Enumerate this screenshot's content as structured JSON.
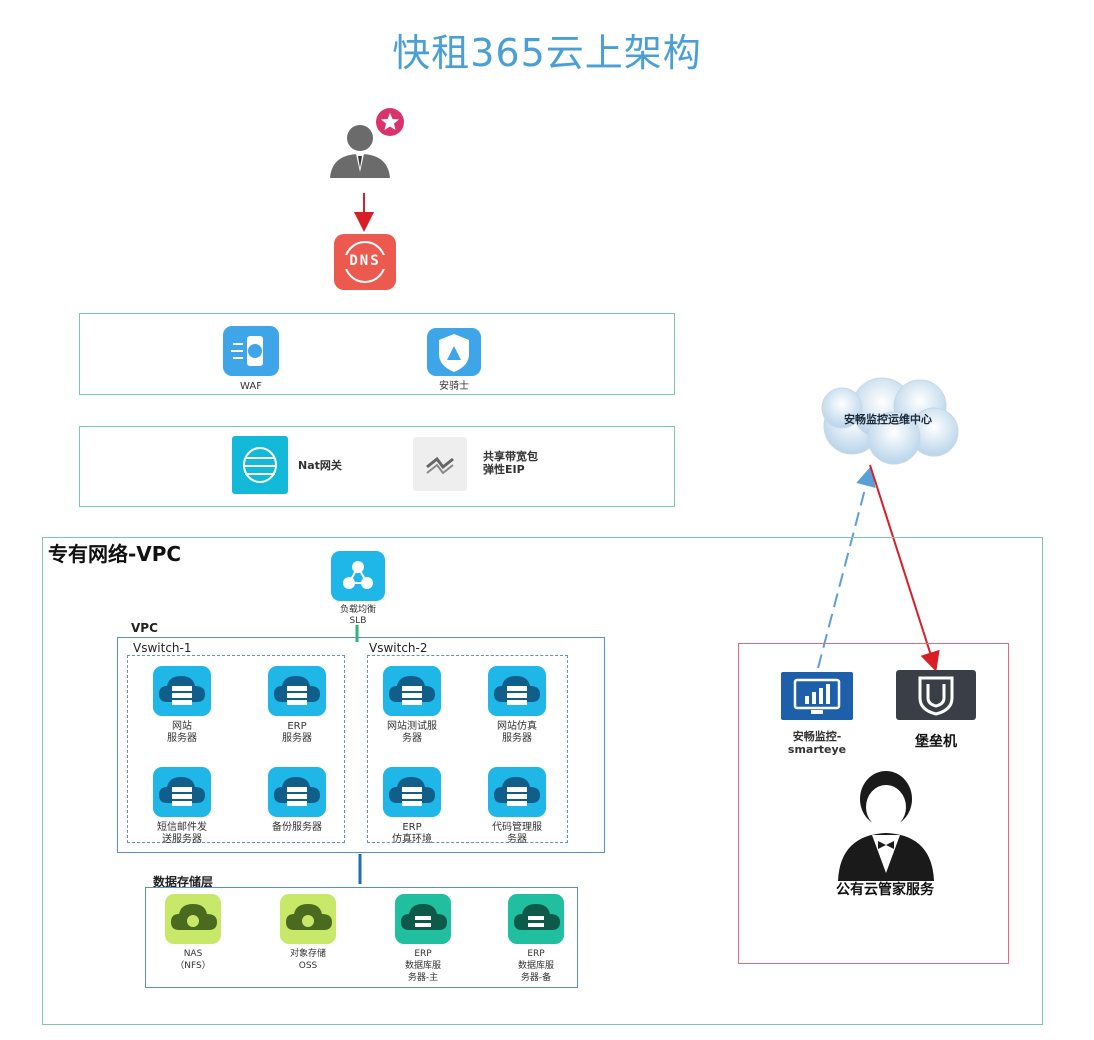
{
  "title": "快租365云上架构",
  "security": {
    "waf": "WAF",
    "anqishi": "安骑士"
  },
  "gateway": {
    "nat": "Nat网关",
    "eip_line1": "共享带宽包",
    "eip_line2": "弹性EIP"
  },
  "vpc_outer": {
    "title": "专有网络-VPC",
    "slb_line1": "负载均衡",
    "slb_line2": "SLB"
  },
  "vpc_inner": {
    "title": "VPC"
  },
  "vswitch1": {
    "title": "Vswitch-1",
    "items": [
      {
        "line1": "网站",
        "line2": "服务器"
      },
      {
        "line1": "ERP",
        "line2": "服务器"
      },
      {
        "line1": "短信邮件发",
        "line2": "送服务器"
      },
      {
        "line1": "备份服务器",
        "line2": ""
      }
    ]
  },
  "vswitch2": {
    "title": "Vswitch-2",
    "items": [
      {
        "line1": "网站测试服",
        "line2": "务器"
      },
      {
        "line1": "网站仿真",
        "line2": "服务器"
      },
      {
        "line1": "ERP",
        "line2": "仿真环境"
      },
      {
        "line1": "代码管理服",
        "line2": "务器"
      }
    ]
  },
  "storage": {
    "title": "数据存储层",
    "items": [
      {
        "line1": "NAS",
        "line2": "（NFS）",
        "line3": ""
      },
      {
        "line1": "对象存储",
        "line2": "OSS",
        "line3": ""
      },
      {
        "line1": "ERP",
        "line2": "数据库服",
        "line3": "务器-主"
      },
      {
        "line1": "ERP",
        "line2": "数据库服",
        "line3": "务器-备"
      }
    ]
  },
  "monitor_cloud": "安畅监控运维中心",
  "managed": {
    "smarteye_line1": "安畅监控-",
    "smarteye_line2": "smarteye",
    "bastion": "堡垒机",
    "service": "公有云管家服务"
  },
  "dns_icon_text": "DNS",
  "colors": {
    "title": "#4a9fd6",
    "server": "#1fb6e8",
    "db": "#1fbfa0",
    "storage_bg": "#c8e86a",
    "dns": "#ec5a4f",
    "red_line": "#d91e27",
    "blue_dash": "#5a9fd6"
  }
}
